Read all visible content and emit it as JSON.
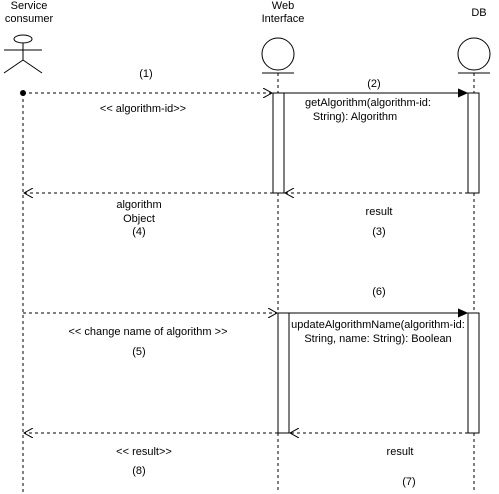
{
  "actors": {
    "consumer": {
      "line1": "Service",
      "line2": "consumer"
    },
    "web": {
      "line1": "Web",
      "line2": "Interface"
    },
    "db": {
      "label": "DB"
    }
  },
  "messages": {
    "m1": {
      "num": "(1)",
      "label": "<< algorithm-id>>"
    },
    "m2": {
      "num": "(2)",
      "line1": "getAlgorithm(algorithm-id:",
      "line2": "String): Algorithm"
    },
    "m3": {
      "label": "result",
      "num": "(3)"
    },
    "m4": {
      "line1": "algorithm",
      "line2": "Object",
      "num": "(4)"
    },
    "m5": {
      "label": "<< change name of algorithm >>",
      "num": "(5)"
    },
    "m6": {
      "num": "(6)",
      "line1": "updateAlgorithmName(algorithm-id:",
      "line2": "String, name: String): Boolean"
    },
    "m7": {
      "label": "result",
      "num": "(7)"
    },
    "m8": {
      "label": "<< result>>",
      "num": "(8)"
    }
  }
}
